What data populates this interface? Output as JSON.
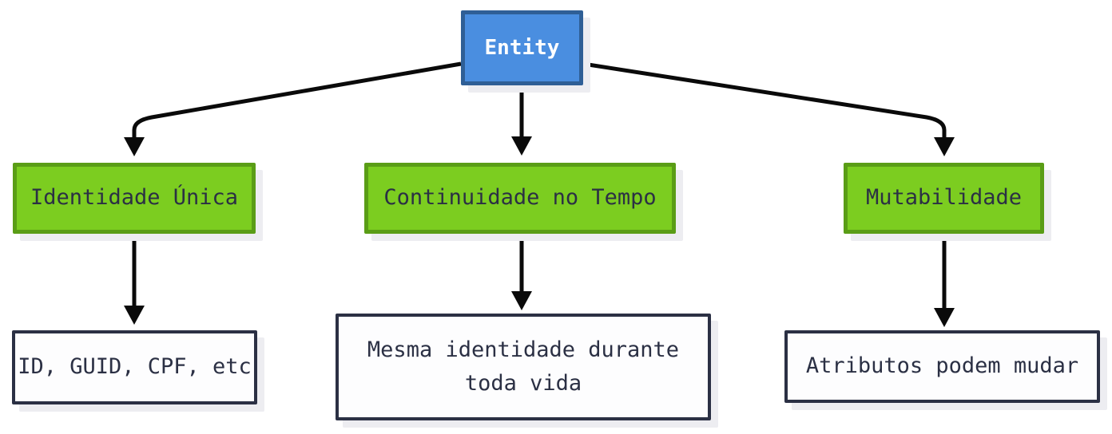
{
  "diagram": {
    "nodes": {
      "entity": {
        "label": "Entity"
      },
      "identidade": {
        "label": "Identidade Única"
      },
      "continuidade": {
        "label": "Continuidade no Tempo"
      },
      "mutabilidade": {
        "label": "Mutabilidade"
      },
      "identidade_detail": {
        "label": "ID, GUID, CPF, etc"
      },
      "continuidade_detail": {
        "label": "Mesma identidade durante toda vida"
      },
      "mutabilidade_detail": {
        "label": "Atributos podem mudar"
      }
    },
    "edges": [
      {
        "from": "entity",
        "to": "identidade"
      },
      {
        "from": "entity",
        "to": "continuidade"
      },
      {
        "from": "entity",
        "to": "mutabilidade"
      },
      {
        "from": "identidade",
        "to": "identidade_detail"
      },
      {
        "from": "continuidade",
        "to": "continuidade_detail"
      },
      {
        "from": "mutabilidade",
        "to": "mutabilidade_detail"
      }
    ]
  },
  "colors": {
    "background": "#ffffff",
    "blue-fill": "#4a8ee0",
    "blue-border": "#2f5f96",
    "green-fill": "#7ccd20",
    "green-border": "#5a9d16",
    "navy": "#2b3044",
    "white-fill": "#fdfdfe",
    "shadow": "#ededf1",
    "arrow": "#0a0a0a"
  }
}
